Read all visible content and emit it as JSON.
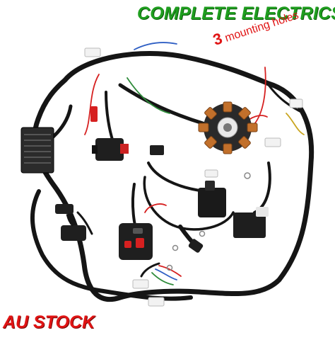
{
  "header": {
    "title": "COMPLETE ELECTRICS"
  },
  "footer": {
    "badge": "AU STOCK"
  },
  "annotation": {
    "number": "3",
    "text": "mounting holes"
  },
  "colors": {
    "title": "#1f9e1f",
    "badge": "#e01414",
    "annotation": "#e01414",
    "wire": "#151515",
    "stator_copper": "#c2702b"
  }
}
